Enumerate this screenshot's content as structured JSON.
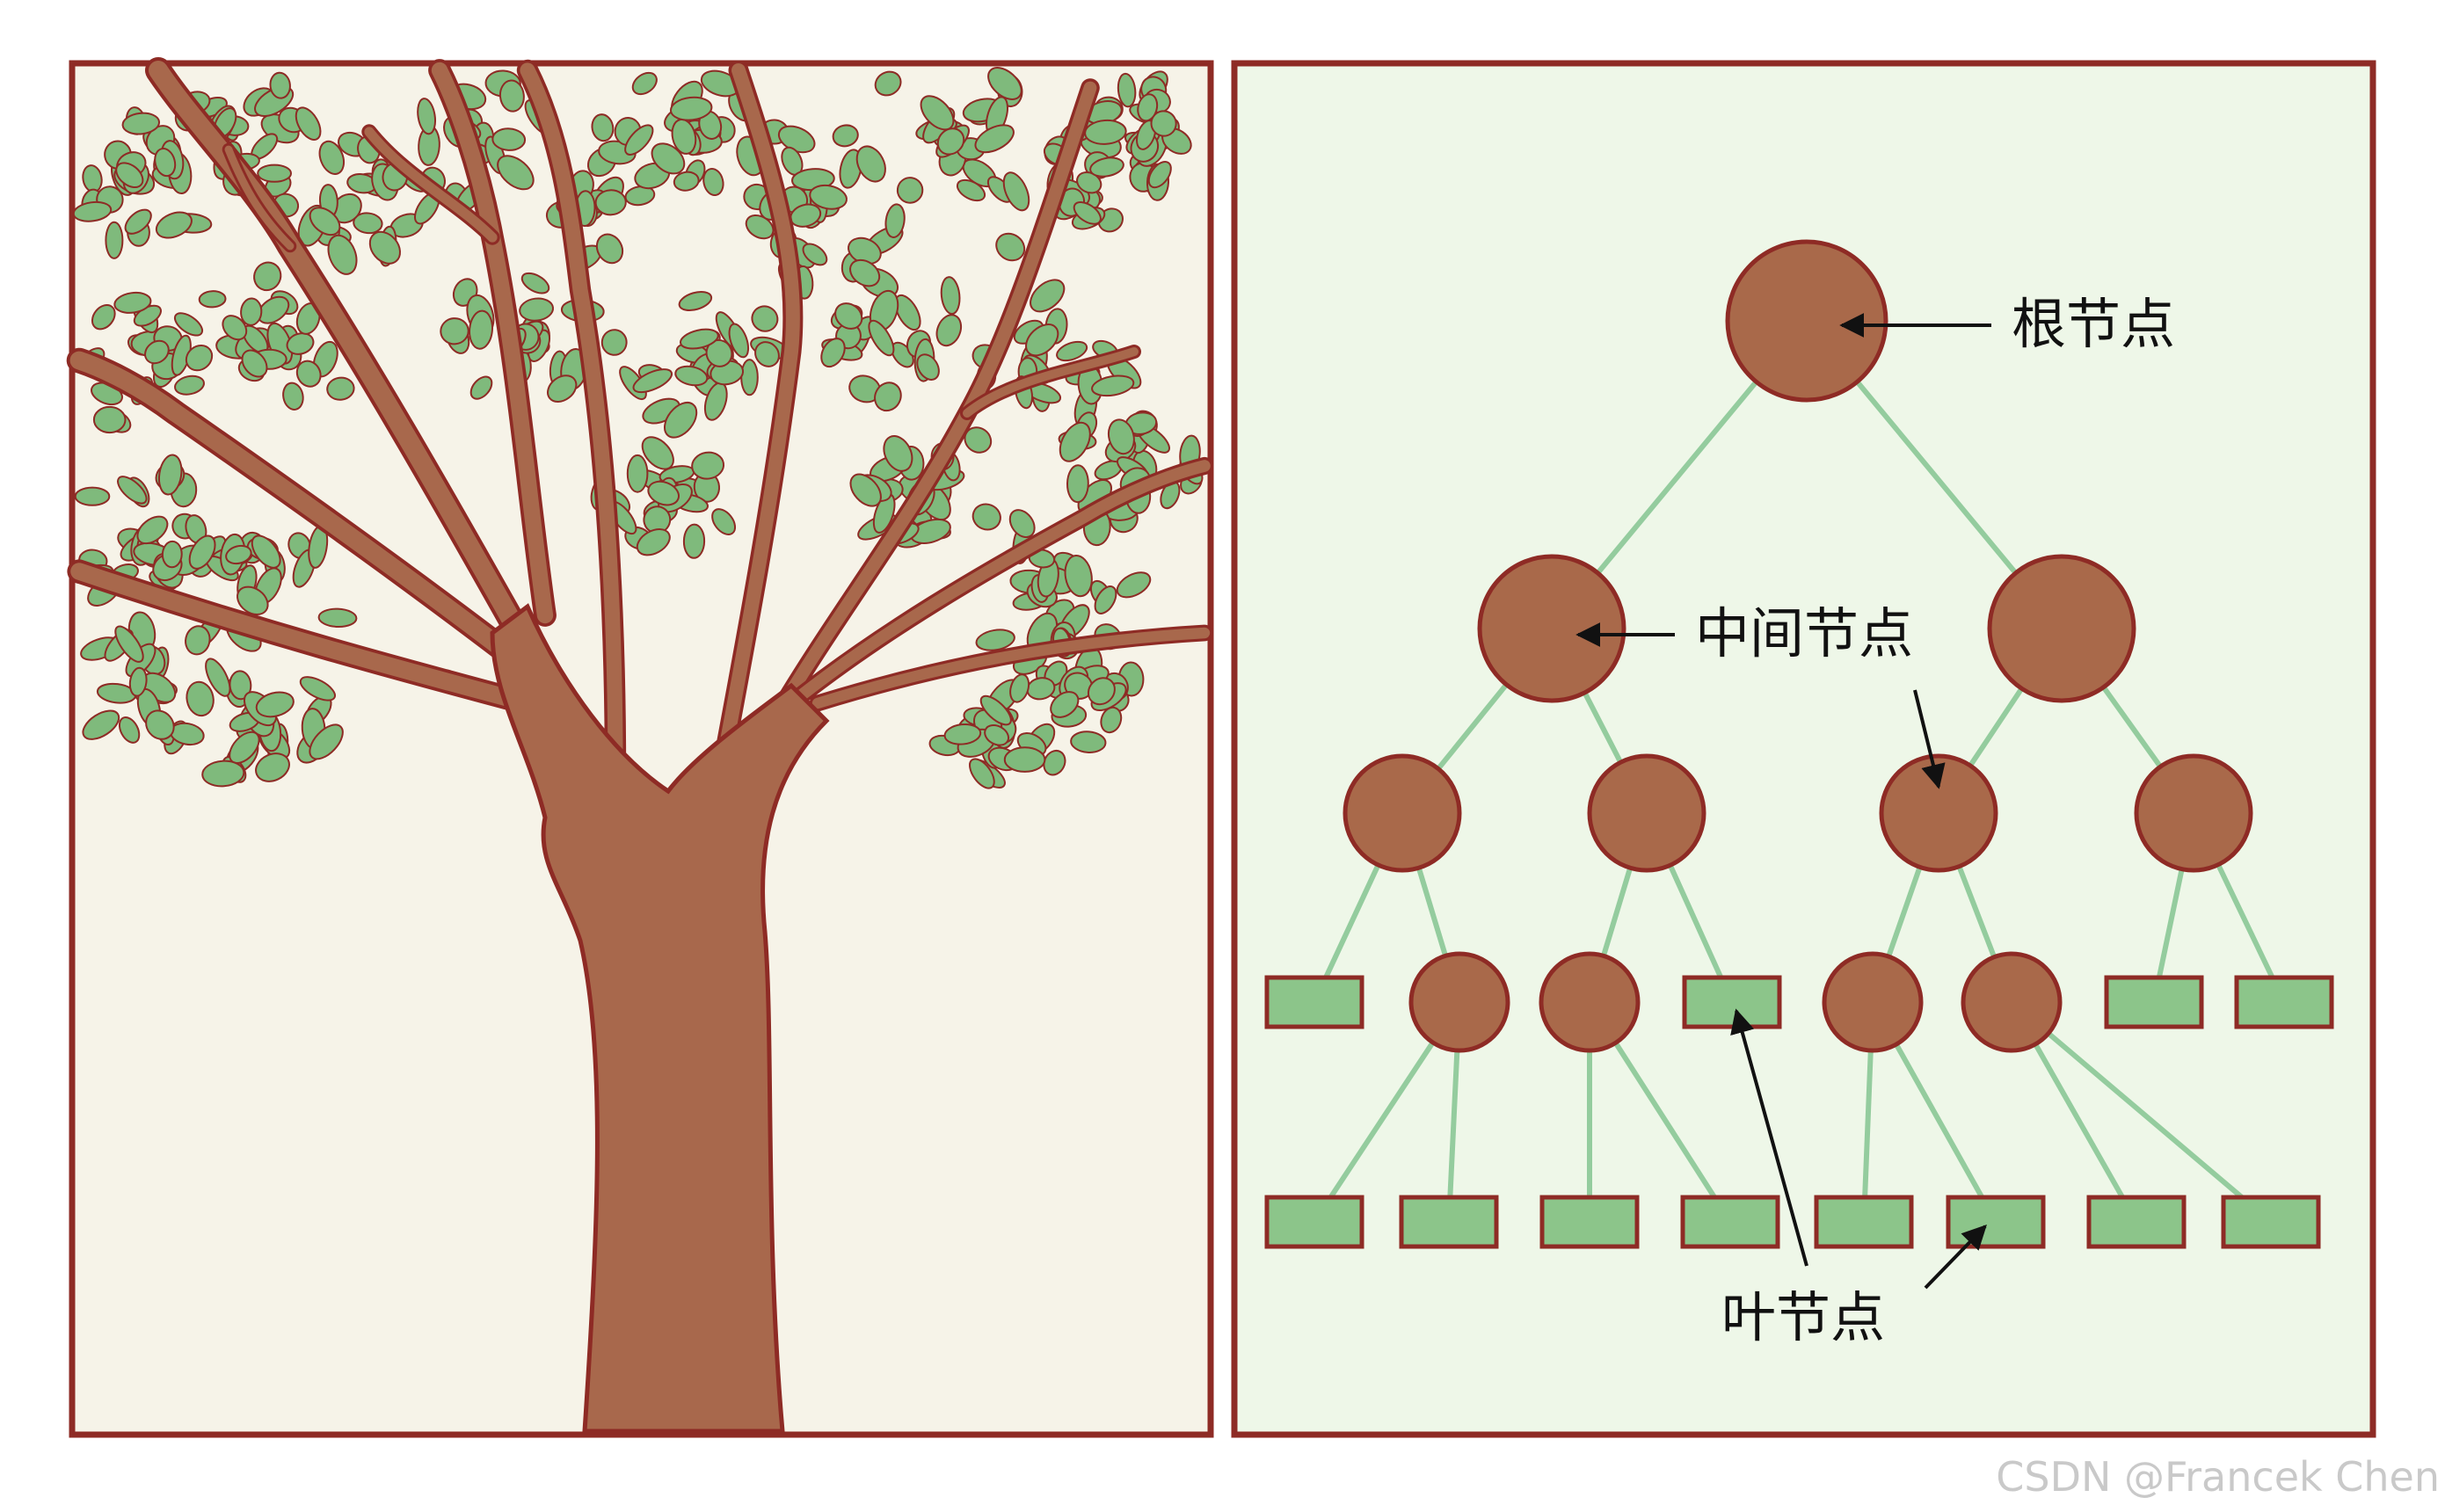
{
  "colors": {
    "frame_border": "#8e2b25",
    "left_bg": "#f6f3e8",
    "right_bg": "#eef7e8",
    "leaf_fill": "#7fba7c",
    "leaf_stroke": "#8e2b25",
    "trunk_fill": "#a8684c",
    "node_fill": "#a9694a",
    "node_stroke": "#8e2b25",
    "edge_color": "#94cc9e",
    "leaf_node_fill": "#8cc58a",
    "arrow_color": "#111111",
    "watermark": "#c9c9c9"
  },
  "labels": {
    "root": "根节点",
    "internal": "中间节点",
    "leaf": "叶节点"
  },
  "watermark": "CSDN @Francek Chen"
}
